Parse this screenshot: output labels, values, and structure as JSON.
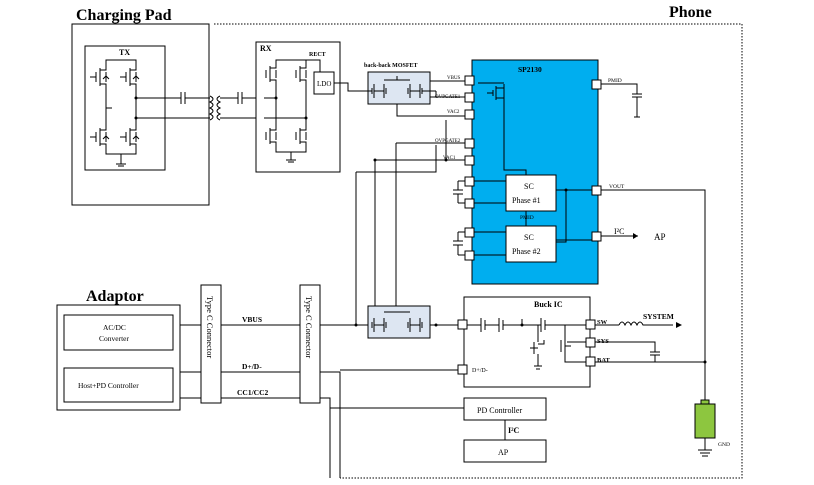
{
  "labels": {
    "charging_pad": "Charging Pad",
    "phone": "Phone",
    "adaptor": "Adaptor",
    "tx": "TX",
    "rx": "RX",
    "rect": "RECT",
    "ldo": "LDO",
    "back_back_mosfet": "back-back MOSFET",
    "sp2130": "SP2130",
    "vbus_pin": "VBUS",
    "ovpgate1": "OVPGATE1",
    "vac2": "VAC2",
    "ovpgate2": "OVPGATE2",
    "vac1": "VAC1",
    "pmid": "PMID",
    "pmid_inner": "PMID",
    "vout": "VOUT",
    "sc_phase1_line1": "SC",
    "sc_phase1_line2": "Phase #1",
    "sc_phase2_line1": "SC",
    "sc_phase2_line2": "Phase #2",
    "i2c": "I²C",
    "ap": "AP",
    "acdc_line1": "AC/DC",
    "acdc_line2": "Converter",
    "host_pd": "Host+PD Controller",
    "type_c_connector": "Type C Connector",
    "vbus": "VBUS",
    "dpdm": "D+/D-",
    "cc": "CC1/CC2",
    "buck_ic": "Buck IC",
    "sw": "SW",
    "system": "SYSTEM",
    "sys": "SYS",
    "bat": "BAT",
    "dpdm_pin": "D+/D-",
    "pd_controller": "PD Controller",
    "i2c_lower": "I²C",
    "ap_lower": "AP",
    "gnd": "GND"
  },
  "colors": {
    "sp2130_fill": "#00AEEF",
    "battery_fill": "#8DC63F",
    "mosfet_box_fill": "#DDE6F2",
    "line": "#000000"
  }
}
